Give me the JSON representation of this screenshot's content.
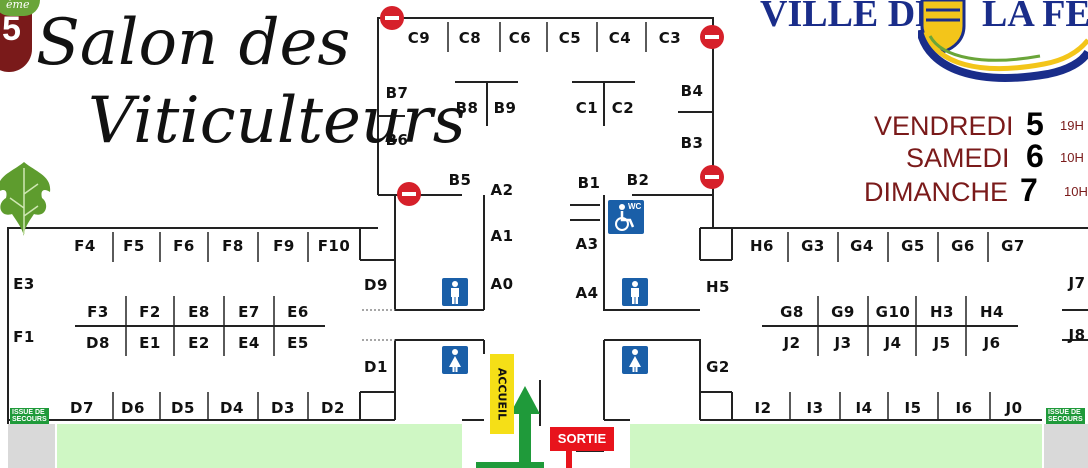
{
  "header": {
    "badge_number": "5",
    "badge_suffix": "ème",
    "title_line1": "Salon des",
    "title_line2": "Viticulteurs",
    "town_left": "VILLE DE",
    "town_right": "LA FE"
  },
  "schedule": [
    {
      "day": "VENDREDI",
      "num": "5",
      "time": "19H"
    },
    {
      "day": "SAMEDI",
      "num": "6",
      "time": "10H"
    },
    {
      "day": "DIMANCHE",
      "num": "7",
      "time": "10H"
    }
  ],
  "stands": {
    "c_row": [
      "C9",
      "C8",
      "C6",
      "C5",
      "C4",
      "C3"
    ],
    "b_left": [
      "B7",
      "B6"
    ],
    "b_center": [
      "B8",
      "B9"
    ],
    "c_center": [
      "C1",
      "C2"
    ],
    "b_right": [
      "B4",
      "B3"
    ],
    "lobby": [
      "B5",
      "A2",
      "A1",
      "A0",
      "B1",
      "B2",
      "A3",
      "A4"
    ],
    "f_top": [
      "F4",
      "F5",
      "F6",
      "F8",
      "F9",
      "F10"
    ],
    "left_side": [
      "E3",
      "F1",
      "D9",
      "D1"
    ],
    "f_mid": [
      "F3",
      "F2",
      "E8",
      "E7",
      "E6"
    ],
    "d_mid": [
      "D8",
      "E1",
      "E2",
      "E4",
      "E5"
    ],
    "d_bottom": [
      "D7",
      "D6",
      "D5",
      "D4",
      "D3",
      "D2"
    ],
    "g_top": [
      "H6",
      "G3",
      "G4",
      "G5",
      "G6",
      "G7"
    ],
    "right_side": [
      "H5",
      "G2",
      "J7",
      "J8"
    ],
    "g_mid": [
      "G8",
      "G9",
      "G10",
      "H3",
      "H4"
    ],
    "j_mid": [
      "J2",
      "J3",
      "J4",
      "J5",
      "J6"
    ],
    "i_bottom": [
      "I2",
      "I3",
      "I4",
      "I5",
      "I6",
      "J0"
    ]
  },
  "signs": {
    "accueil": "ACCUEIL",
    "sortie": "SORTIE",
    "exit_line1": "ISSUE DE",
    "exit_line2": "SECOURS",
    "wc": "WC"
  },
  "icons": [
    "leaf-icon",
    "crest-icon",
    "no-entry-icon",
    "toilet-male-icon",
    "toilet-female-icon",
    "wheelchair-icon",
    "exit-sign-icon",
    "entrance-arrow-icon",
    "exit-arrow-icon"
  ],
  "colors": {
    "accent_burgundy": "#7a1a1a",
    "town_blue": "#1a2d8a",
    "floor_green": "#cff7c4",
    "wc_blue": "#1a5fa8",
    "no_entry_red": "#d6202a",
    "accueil_yellow": "#f5df17",
    "sortie_red": "#e8141c",
    "entry_green": "#1f9a3a"
  }
}
